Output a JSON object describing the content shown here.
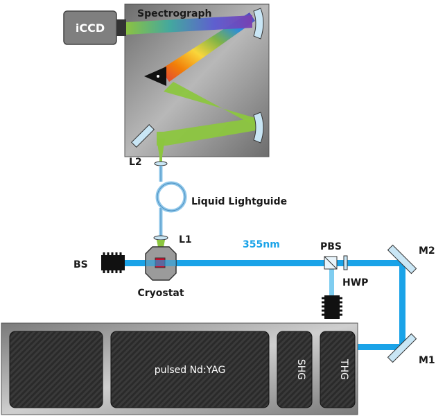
{
  "labels": {
    "spectrograph": "Spectrograph",
    "iccd": "iCCD",
    "l2": "L2",
    "liquid_lightguide": "Liquid Lightguide",
    "l1": "L1",
    "wavelength": "355nm",
    "bs": "BS",
    "cryostat": "Cryostat",
    "pbs": "PBS",
    "hwp": "HWP",
    "m2": "M2",
    "m1": "M1",
    "laser": "pulsed Nd:YAG",
    "shg": "SHG",
    "thg": "THG"
  },
  "colors": {
    "uv_beam": "#1aa3e8",
    "fiber_beam": "#8fc7ea",
    "green_beam": "#8cc63f",
    "spectrograph_box": "#8a8a8a",
    "laser_panel": "#2b2b2b",
    "laser_housing": "#9a9a9a",
    "mirror": "#c9e6f5",
    "beam_dump": "#111111"
  },
  "icons": {
    "grating": "prism-grating-icon",
    "mirror": "mirror-icon",
    "lens": "lens-icon",
    "beam_dump": "beam-dump-icon",
    "fiber_loop": "fiber-loop-icon"
  }
}
